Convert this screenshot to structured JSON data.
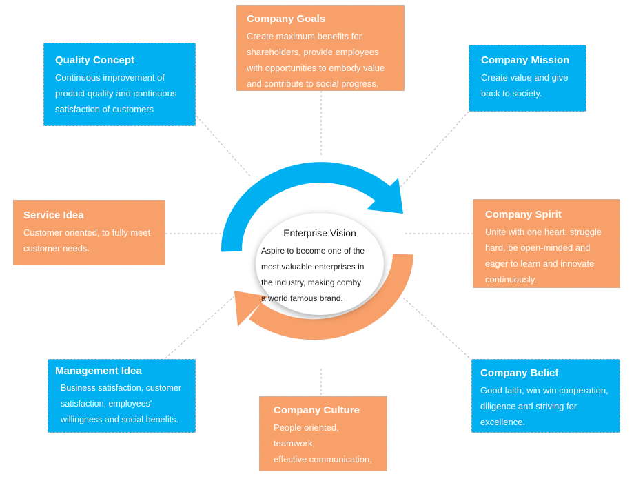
{
  "colors": {
    "blue": "#00b0f0",
    "orange": "#f8a06a",
    "connector": "#b5b5b5"
  },
  "center": {
    "title": "Enterprise Vision",
    "body": "Aspire to become one of the\nmost valuable enterprises in\nthe industry, making comby\na world famous brand."
  },
  "boxes": {
    "company_goals": {
      "title": "Company Goals",
      "body": "Create maximum benefits for\nshareholders, provide employees\nwith opportunities to embody value\nand contribute to social progress."
    },
    "quality_concept": {
      "title": "Quality Concept",
      "body": "Continuous improvement of\nproduct quality and continuous\nsatisfaction of customers"
    },
    "company_mission": {
      "title": "Company Mission",
      "body": "Create value and give\nback to society."
    },
    "service_idea": {
      "title": "Service Idea",
      "body": "Customer oriented, to fully meet\ncustomer needs."
    },
    "company_spirit": {
      "title": "Company Spirit",
      "body": "Unite with one heart, struggle\nhard, be open-minded and\neager to learn and innovate\ncontinuously."
    },
    "management_idea": {
      "title": "Management Idea",
      "body": "Business satisfaction, customer\nsatisfaction, employees'\nwillingness and social benefits."
    },
    "company_culture": {
      "title": "Company Culture",
      "body": "People oriented, teamwork,\neffective communication,\ninclusive."
    },
    "company_belief": {
      "title": "Company Belief",
      "body": "Good faith, win-win cooperation,\ndiligence and striving for\nexcellence."
    }
  }
}
